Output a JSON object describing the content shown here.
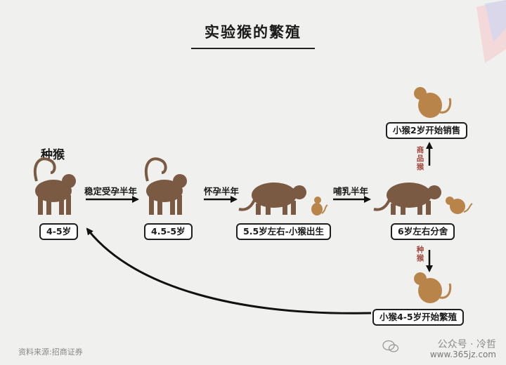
{
  "title": "实验猴的繁殖",
  "breeder_label": "种猴",
  "stages": {
    "s1": "4-5岁",
    "s2": "4.5-5岁",
    "s3": "5.5岁左右-小猴出生",
    "s4": "6岁左右分舍",
    "sale": "小猴2岁开始销售",
    "breed": "小猴4-5岁开始繁殖"
  },
  "arrows": {
    "a1": "稳定受孕半年",
    "a2": "怀孕半年",
    "a3": "哺乳半年"
  },
  "vertical_labels": {
    "up_line1": "商",
    "up_line2": "品",
    "up_line3": "猴",
    "down_line1": "种",
    "down_line2": "猴"
  },
  "source": "资料来源:招商证券",
  "watermark": "公众号 · 冷哲",
  "watermark_sub": "www.365jz.com",
  "colors": {
    "adult": "#7a5a42",
    "baby": "#b8844a",
    "accent": "#a0453a"
  }
}
